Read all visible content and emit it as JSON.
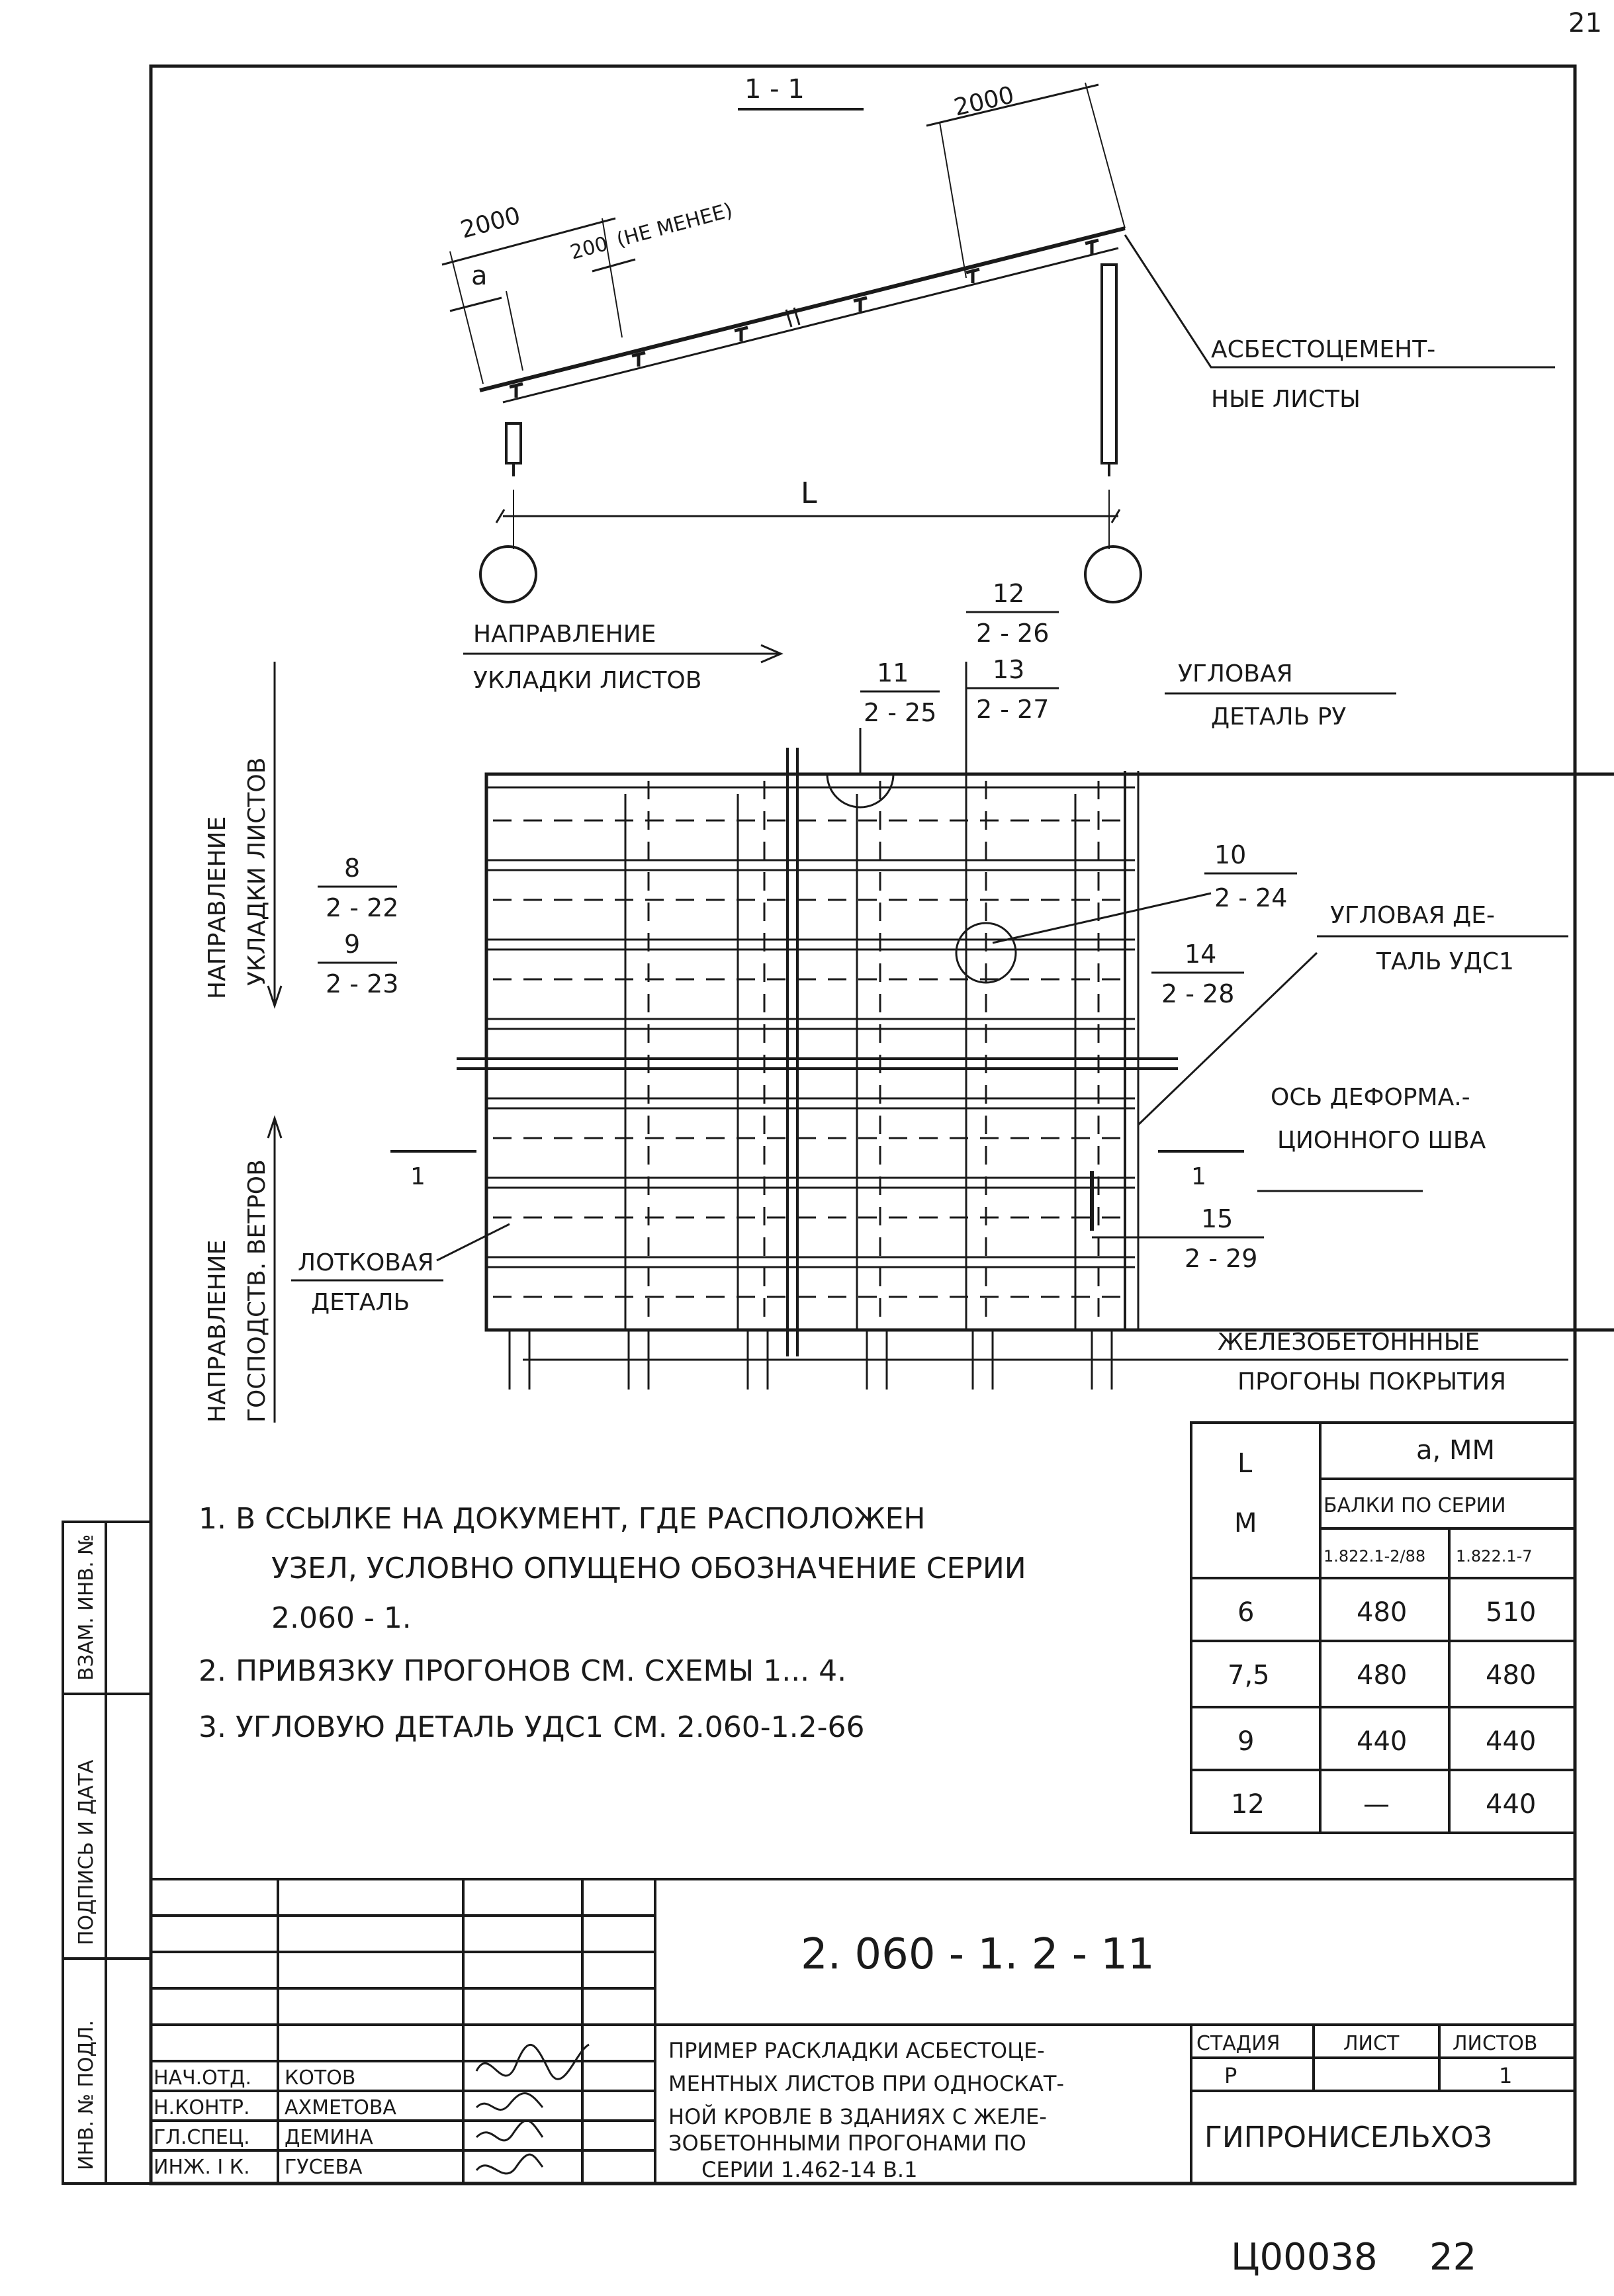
{
  "page_number": "21",
  "section_label": "1 - 1",
  "dims": {
    "top_right": "2000",
    "left_span": "2000",
    "overlap": "200",
    "overlap_note": "(НЕ МЕНЕЕ)",
    "a_label": "а",
    "span_label": "L"
  },
  "labels": {
    "asbestos_sheets": [
      "АСБЕСТОЦЕМЕНТ-",
      "НЫЕ ЛИСТЫ"
    ],
    "laying_direction_h": [
      "НАПРАВЛЕНИЕ",
      "УКЛАДКИ ЛИСТОВ"
    ],
    "laying_direction_v": [
      "НАПРАВЛЕНИЕ",
      "УКЛАДКИ ЛИСТОВ"
    ],
    "wind_direction": [
      "НАПРАВЛЕНИЕ",
      "ГОСПОДСТВ. ВЕТРОВ"
    ],
    "corner_ru": [
      "УГЛОВАЯ",
      "ДЕТАЛЬ РУ"
    ],
    "corner_uds": [
      "УГЛОВАЯ ДЕ-",
      "ТАЛЬ УДС1"
    ],
    "deform_axis": [
      "ОСЬ ДЕФОРМА.-",
      "ЦИОННОГО ШВА"
    ],
    "tray_detail": [
      "ЛОТКОВАЯ",
      "ДЕТАЛЬ"
    ],
    "purlins": [
      "ЖЕЛЕЗОБЕТОНННЫЕ",
      "ПРОГОНЫ ПОКРЫТИЯ"
    ],
    "section_mark": "1"
  },
  "callouts": [
    {
      "num": "8",
      "ref": "2 - 22"
    },
    {
      "num": "9",
      "ref": "2 - 23"
    },
    {
      "num": "10",
      "ref": "2 - 24"
    },
    {
      "num": "11",
      "ref": "2 - 25"
    },
    {
      "num": "12",
      "ref": "2 - 26"
    },
    {
      "num": "13",
      "ref": "2 - 27"
    },
    {
      "num": "14",
      "ref": "2 - 28"
    },
    {
      "num": "15",
      "ref": "2 - 29"
    }
  ],
  "notes": [
    "1.  В ССЫЛКЕ НА ДОКУМЕНТ, ГДЕ РАСПОЛОЖЕН",
    "УЗЕЛ, УСЛОВНО ОПУЩЕНО ОБОЗНАЧЕНИЕ СЕРИИ",
    "2.060 - 1.",
    "2.  ПРИВЯЗКУ ПРОГОНОВ СМ. СХЕМЫ 1... 4.",
    "3.  УГЛОВУЮ ДЕТАЛЬ УДС1 СМ. 2.060-1.2-66"
  ],
  "table": {
    "h_l": "L",
    "h_m": "М",
    "h_a": "а, ММ",
    "h_series": "БАЛКИ ПО СЕРИИ",
    "h_s1": "1.822.1-2/88",
    "h_s2": "1.822.1-7",
    "rows": [
      [
        "6",
        "480",
        "510"
      ],
      [
        "7,5",
        "480",
        "480"
      ],
      [
        "9",
        "440",
        "440"
      ],
      [
        "12",
        "—",
        "440"
      ]
    ]
  },
  "stamp": {
    "code": "2. 060 - 1. 2 - 11",
    "title": [
      "ПРИМЕР РАСКЛАДКИ АСБЕСТОЦЕ-",
      "МЕНТНЫХ ЛИСТОВ ПРИ ОДНОСКАТ-",
      "НОЙ КРОВЛЕ В ЗДАНИЯХ С ЖЕЛЕ-",
      "ЗОБЕТОННЫМИ ПРОГОНАМИ ПО",
      "СЕРИИ 1.462-14 В.1"
    ],
    "stage_h": "СТАДИЯ",
    "sheet_h": "ЛИСТ",
    "sheets_h": "ЛИСТОВ",
    "stage": "Р",
    "sheets": "1",
    "org": "ГИПРОНИСЕЛЬХОЗ",
    "people": [
      {
        "role": "НАЧ.ОТД.",
        "name": "КОТОВ"
      },
      {
        "role": "Н.КОНТР.",
        "name": "АХМЕТОВА"
      },
      {
        "role": "ГЛ.СПЕЦ.",
        "name": "ДЕМИНА"
      },
      {
        "role": "ИНЖ. I К.",
        "name": "ГУСЕВА"
      }
    ],
    "side": [
      "ИНВ. № ПОДЛ.",
      "ПОДПИСЬ И ДАТА",
      "ВЗАМ. ИНВ. №"
    ]
  },
  "archive_code": "Ц00038",
  "archive_page": "22"
}
